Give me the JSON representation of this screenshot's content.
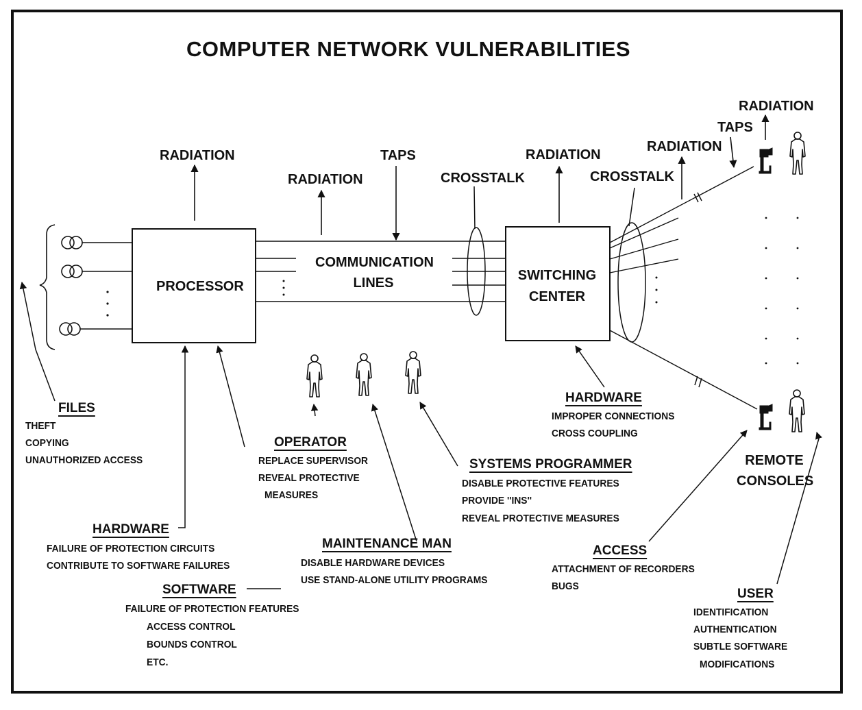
{
  "title": "COMPUTER NETWORK VULNERABILITIES",
  "nodes": {
    "processor": "PROCESSOR",
    "communication_lines": [
      "COMMUNICATION",
      "LINES"
    ],
    "switching_center": [
      "SWITCHING",
      "CENTER"
    ],
    "remote_consoles": [
      "REMOTE",
      "CONSOLES"
    ]
  },
  "threat_labels": {
    "radiation": "RADIATION",
    "taps": "TAPS",
    "crosstalk": "CROSSTALK"
  },
  "groups": {
    "files": {
      "heading": "FILES",
      "items": [
        "THEFT",
        "COPYING",
        "UNAUTHORIZED ACCESS"
      ]
    },
    "hardware_processor": {
      "heading": "HARDWARE",
      "items": [
        "FAILURE OF PROTECTION CIRCUITS",
        "CONTRIBUTE TO SOFTWARE FAILURES"
      ]
    },
    "software": {
      "heading": "SOFTWARE",
      "items": [
        "FAILURE OF PROTECTION FEATURES",
        "ACCESS CONTROL",
        "BOUNDS CONTROL",
        "ETC."
      ]
    },
    "operator": {
      "heading": "OPERATOR",
      "items": [
        "REPLACE SUPERVISOR",
        "REVEAL PROTECTIVE",
        "MEASURES"
      ]
    },
    "maintenance_man": {
      "heading": "MAINTENANCE MAN",
      "items": [
        "DISABLE HARDWARE DEVICES",
        "USE STAND-ALONE UTILITY PROGRAMS"
      ]
    },
    "systems_programmer": {
      "heading": "SYSTEMS PROGRAMMER",
      "items": [
        "DISABLE PROTECTIVE FEATURES",
        "PROVIDE ''INS''",
        "REVEAL PROTECTIVE MEASURES"
      ]
    },
    "hardware_switching": {
      "heading": "HARDWARE",
      "items": [
        "IMPROPER CONNECTIONS",
        "CROSS COUPLING"
      ]
    },
    "access": {
      "heading": "ACCESS",
      "items": [
        "ATTACHMENT OF RECORDERS",
        "BUGS"
      ]
    },
    "user": {
      "heading": "USER",
      "items": [
        "IDENTIFICATION",
        "AUTHENTICATION",
        "SUBTLE SOFTWARE",
        "MODIFICATIONS"
      ]
    }
  },
  "icons": [
    "tape-reel-icon",
    "person-icon",
    "terminal-icon",
    "arrow-icon"
  ]
}
